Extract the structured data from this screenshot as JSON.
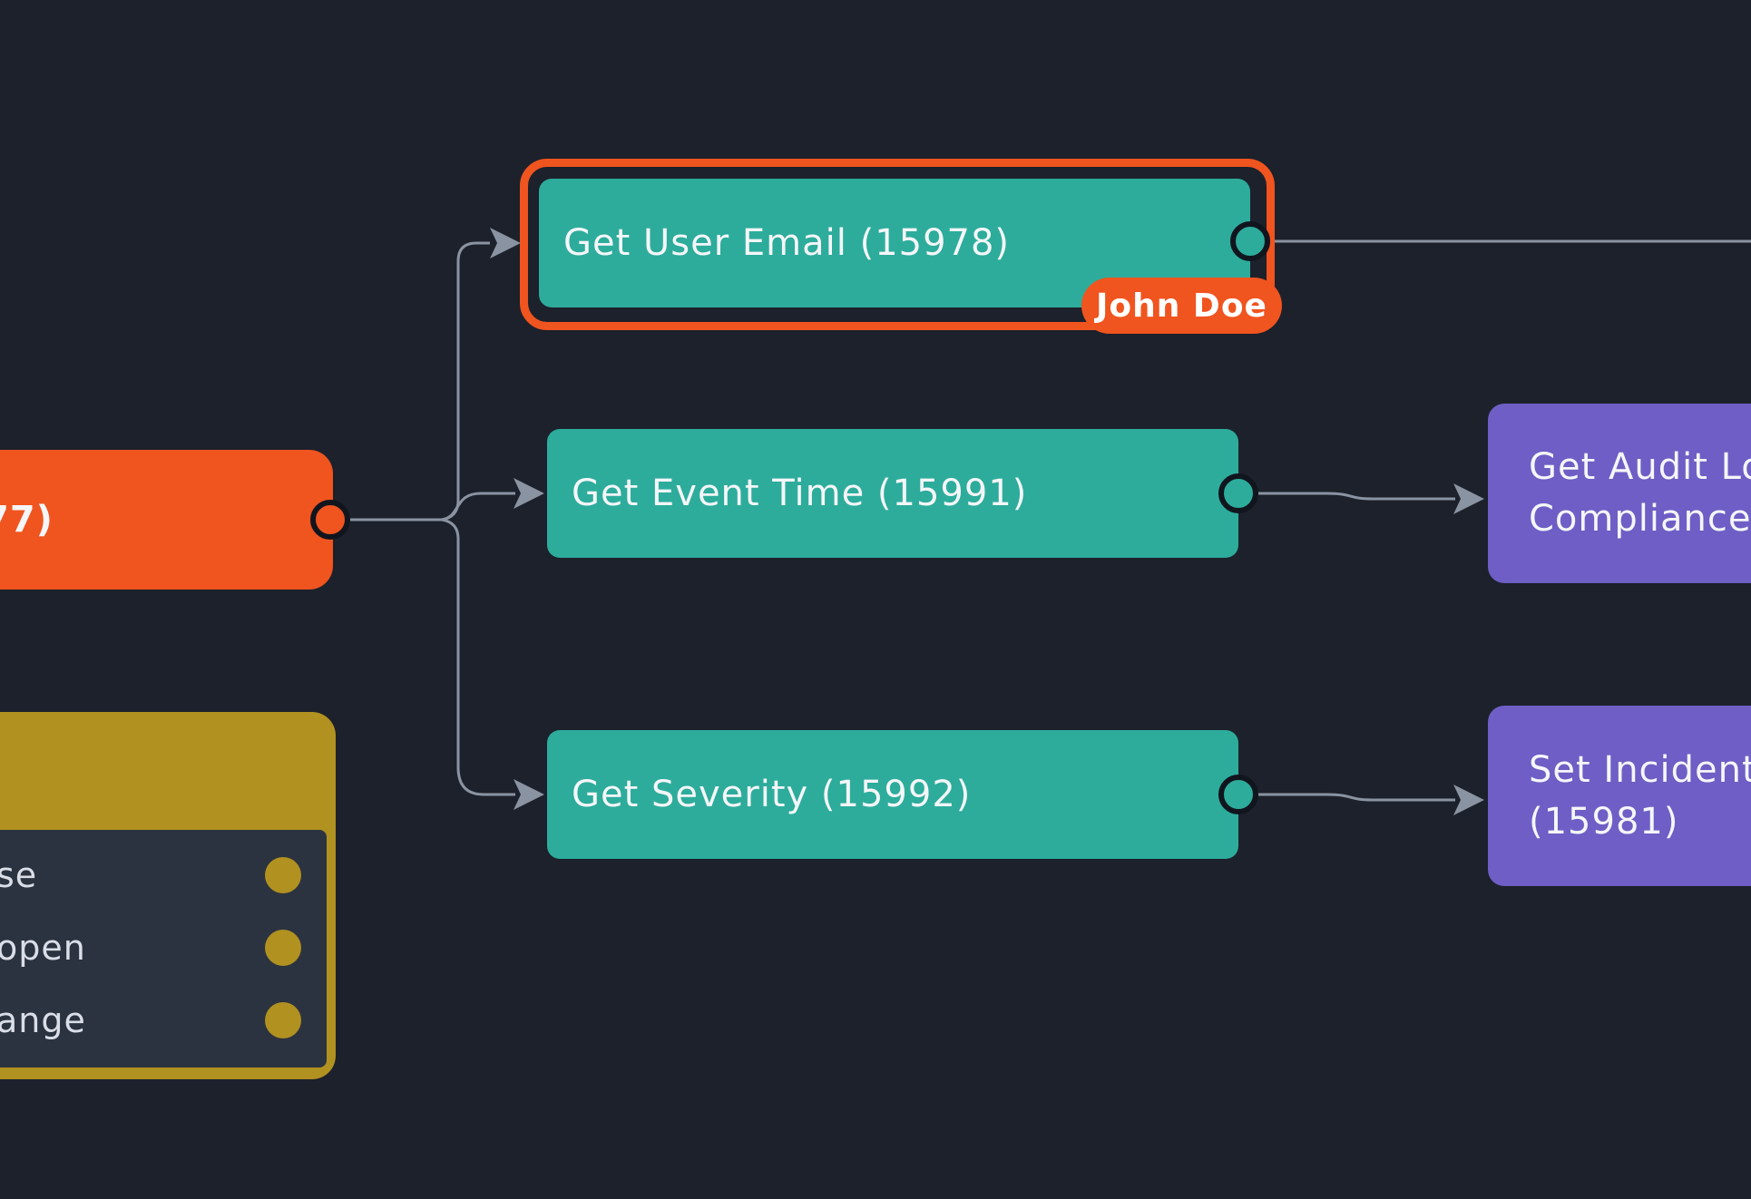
{
  "canvas": {
    "type": "workflow-editor"
  },
  "colors": {
    "background": "#1c212b",
    "teal": "#2dac9c",
    "orange": "#f0541f",
    "purple": "#6e5ec5",
    "olive": "#b19120",
    "slate_body": "#2c3340",
    "connector": "#8a93a2",
    "port_ring": "#11151e",
    "text_light": "#f4f6f8",
    "row_text": "#d9dee8"
  },
  "nodes": {
    "upstream_action": {
      "visible_label": "77)"
    },
    "get_user_email": {
      "label": "Get User Email (15978)",
      "selected": true,
      "owner_badge": "John Doe"
    },
    "get_event_time": {
      "label": "Get Event Time (15991)"
    },
    "get_severity": {
      "label": "Get Severity (15992)"
    },
    "get_audit_log": {
      "label_line1": "Get Audit Log",
      "label_line2": "Compliance"
    },
    "set_incident": {
      "label_line1": "Set Incident",
      "label_line2": "(15981)"
    },
    "decision_node": {
      "outputs": [
        {
          "visible_label": "se"
        },
        {
          "visible_label": "open"
        },
        {
          "visible_label": "ange"
        }
      ]
    }
  }
}
